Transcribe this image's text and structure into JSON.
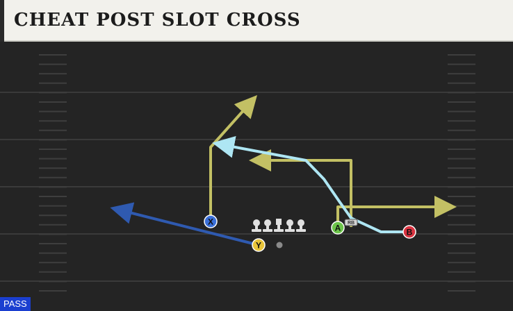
{
  "title": "CHEAT POST SLOT CROSS",
  "play_type": "PASS",
  "players": [
    {
      "id": "x",
      "label": "X",
      "color": "#3a6fd8"
    },
    {
      "id": "y",
      "label": "Y",
      "color": "#e8c43a"
    },
    {
      "id": "a",
      "label": "A",
      "color": "#6cc44a"
    },
    {
      "id": "b",
      "label": "B",
      "color": "#d93340"
    },
    {
      "id": "rb",
      "label": "RB",
      "color": "#9a9a9a"
    }
  ],
  "route_colors": {
    "primary": "#c3c064",
    "cross": "#aee6f3",
    "flat": "#2f5ab0",
    "line": "#e0e0e0"
  }
}
